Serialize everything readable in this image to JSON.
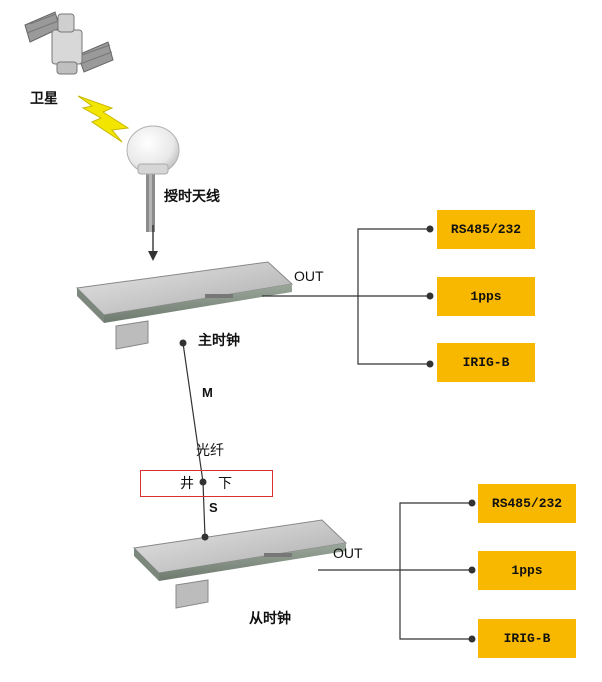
{
  "labels": {
    "satellite": "卫星",
    "antenna": "授时天线",
    "master_clock": "主时钟",
    "slave_clock": "从时钟",
    "fiber": "光纤",
    "m": "M",
    "s": "S",
    "well_left": "井",
    "well_right": "下",
    "out_master": "OUT",
    "out_slave": "OUT"
  },
  "master_outputs": [
    "RS485/232",
    "1pps",
    "IRIG-B"
  ],
  "slave_outputs": [
    "RS485/232",
    "1pps",
    "IRIG-B"
  ],
  "colors": {
    "output_box": "#f9b800",
    "highlight_box": "#d93030",
    "line": "#333333",
    "lightning": "#f2e600"
  }
}
